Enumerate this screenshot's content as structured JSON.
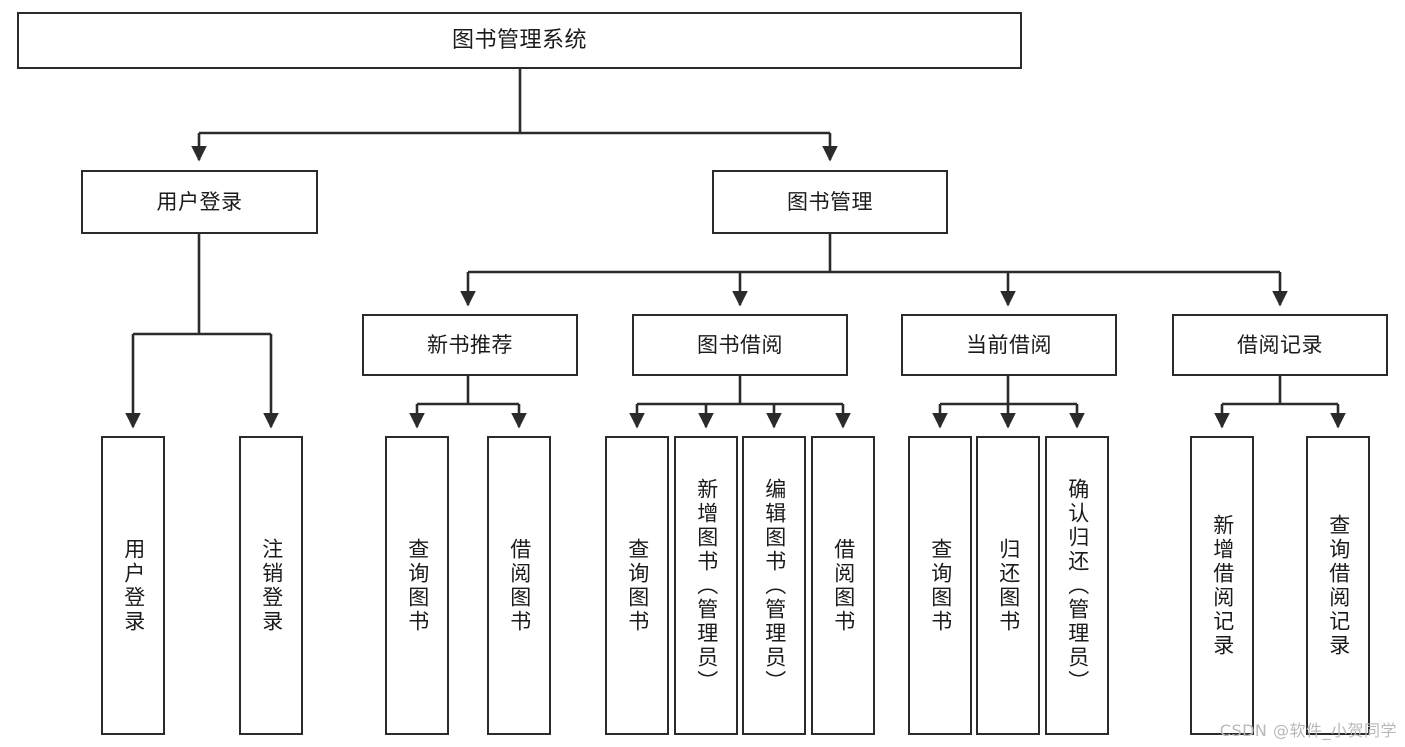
{
  "diagram": {
    "title": "图书管理系统",
    "type": "tree",
    "stroke_color": "#2b2b2b",
    "fill_color": "#ffffff",
    "text_color": "#1b1b1b",
    "nodes": {
      "root": {
        "label": "图书管理系统"
      },
      "l1": [
        {
          "id": "user-login",
          "label": "用户登录"
        },
        {
          "id": "book-manage",
          "label": "图书管理"
        }
      ],
      "l2": [
        {
          "id": "new-book-rec",
          "label": "新书推荐"
        },
        {
          "id": "book-borrow",
          "label": "图书借阅"
        },
        {
          "id": "current-borrow",
          "label": "当前借阅"
        },
        {
          "id": "borrow-record",
          "label": "借阅记录"
        }
      ],
      "leaves": [
        {
          "id": "leaf-user-login",
          "label": "用户登录"
        },
        {
          "id": "leaf-logout",
          "label": "注销登录"
        },
        {
          "id": "leaf-query-book-1",
          "label": "查询图书"
        },
        {
          "id": "leaf-borrow-book-1",
          "label": "借阅图书"
        },
        {
          "id": "leaf-query-book-2",
          "label": "查询图书"
        },
        {
          "id": "leaf-add-book",
          "label": "新增图书（管理员）"
        },
        {
          "id": "leaf-edit-book",
          "label": "编辑图书（管理员）"
        },
        {
          "id": "leaf-borrow-book-2",
          "label": "借阅图书"
        },
        {
          "id": "leaf-query-book-3",
          "label": "查询图书"
        },
        {
          "id": "leaf-return-book",
          "label": "归还图书"
        },
        {
          "id": "leaf-confirm-return",
          "label": "确认归还（管理员）"
        },
        {
          "id": "leaf-add-record",
          "label": "新增借阅记录"
        },
        {
          "id": "leaf-query-record",
          "label": "查询借阅记录"
        }
      ]
    }
  },
  "watermark": {
    "text": "CSDN @软件_小贺同学",
    "color": "#b9b9b9"
  }
}
